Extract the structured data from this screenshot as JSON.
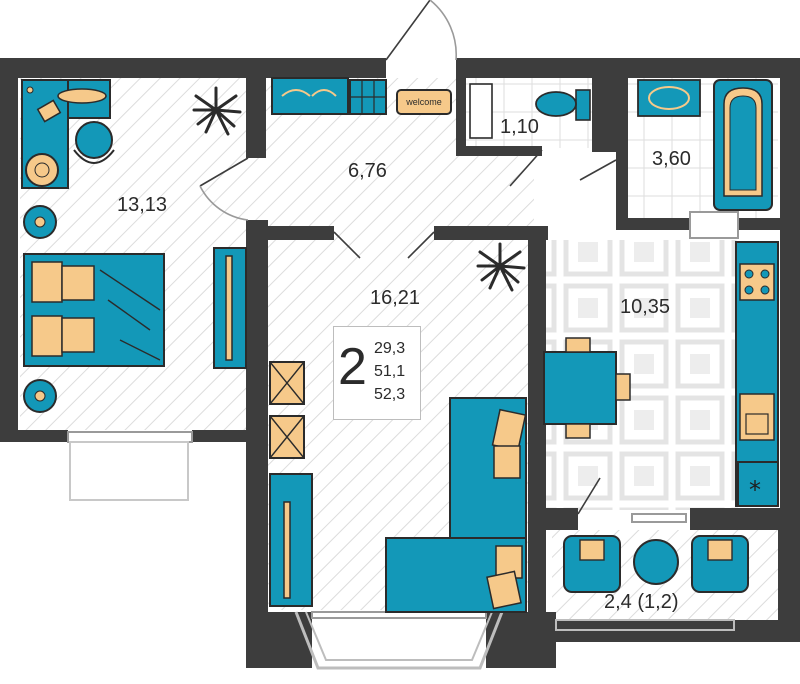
{
  "apartment": {
    "rooms": "2",
    "areas": [
      "29,3",
      "51,1",
      "52,3"
    ]
  },
  "room_areas": {
    "bedroom": "13,13",
    "hallway": "6,76",
    "toilet": "1,10",
    "bathroom": "3,60",
    "living_room": "16,21",
    "kitchen": "10,35",
    "balcony": "2,4 (1,2)"
  },
  "doormat_text": "welcome",
  "fridge_symbol": "*",
  "colors": {
    "wall": "#3d3d3d",
    "furniture_teal": "#1398b8",
    "accent_peach": "#f6c98a",
    "outline": "#2b2b2b",
    "hatch": "#d9d9d9",
    "tile": "#e9e9e9"
  }
}
